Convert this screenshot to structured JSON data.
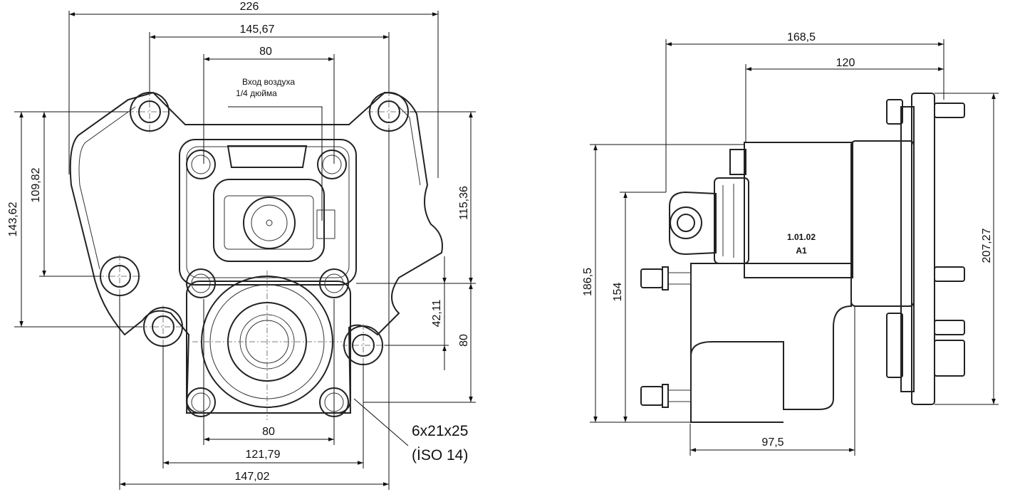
{
  "front_view": {
    "dimensions": {
      "overall_width": "226",
      "upper_bolt_spacing": "145,67",
      "top_inner_spacing": "80",
      "left_outer_height": "143,62",
      "left_inner_height": "109,82",
      "right_upper_height": "115,36",
      "right_offset": "42,11",
      "right_lower_height": "80",
      "bottom_inner_spacing": "80",
      "bottom_mid_spacing": "121,79",
      "bottom_outer_spacing": "147,02"
    },
    "air_inlet_label": [
      "Вход воздуха",
      "1/4 дюйма"
    ],
    "shaft_spec": [
      "6x21x25",
      "(İSO 14)"
    ]
  },
  "side_view": {
    "dimensions": {
      "overall_length": "168,5",
      "body_length": "120",
      "flange_height": "207,27",
      "overall_height": "186,5",
      "bolt_height": "154",
      "lower_length": "97,5"
    },
    "marking": [
      "1.01.02",
      "A1"
    ]
  }
}
